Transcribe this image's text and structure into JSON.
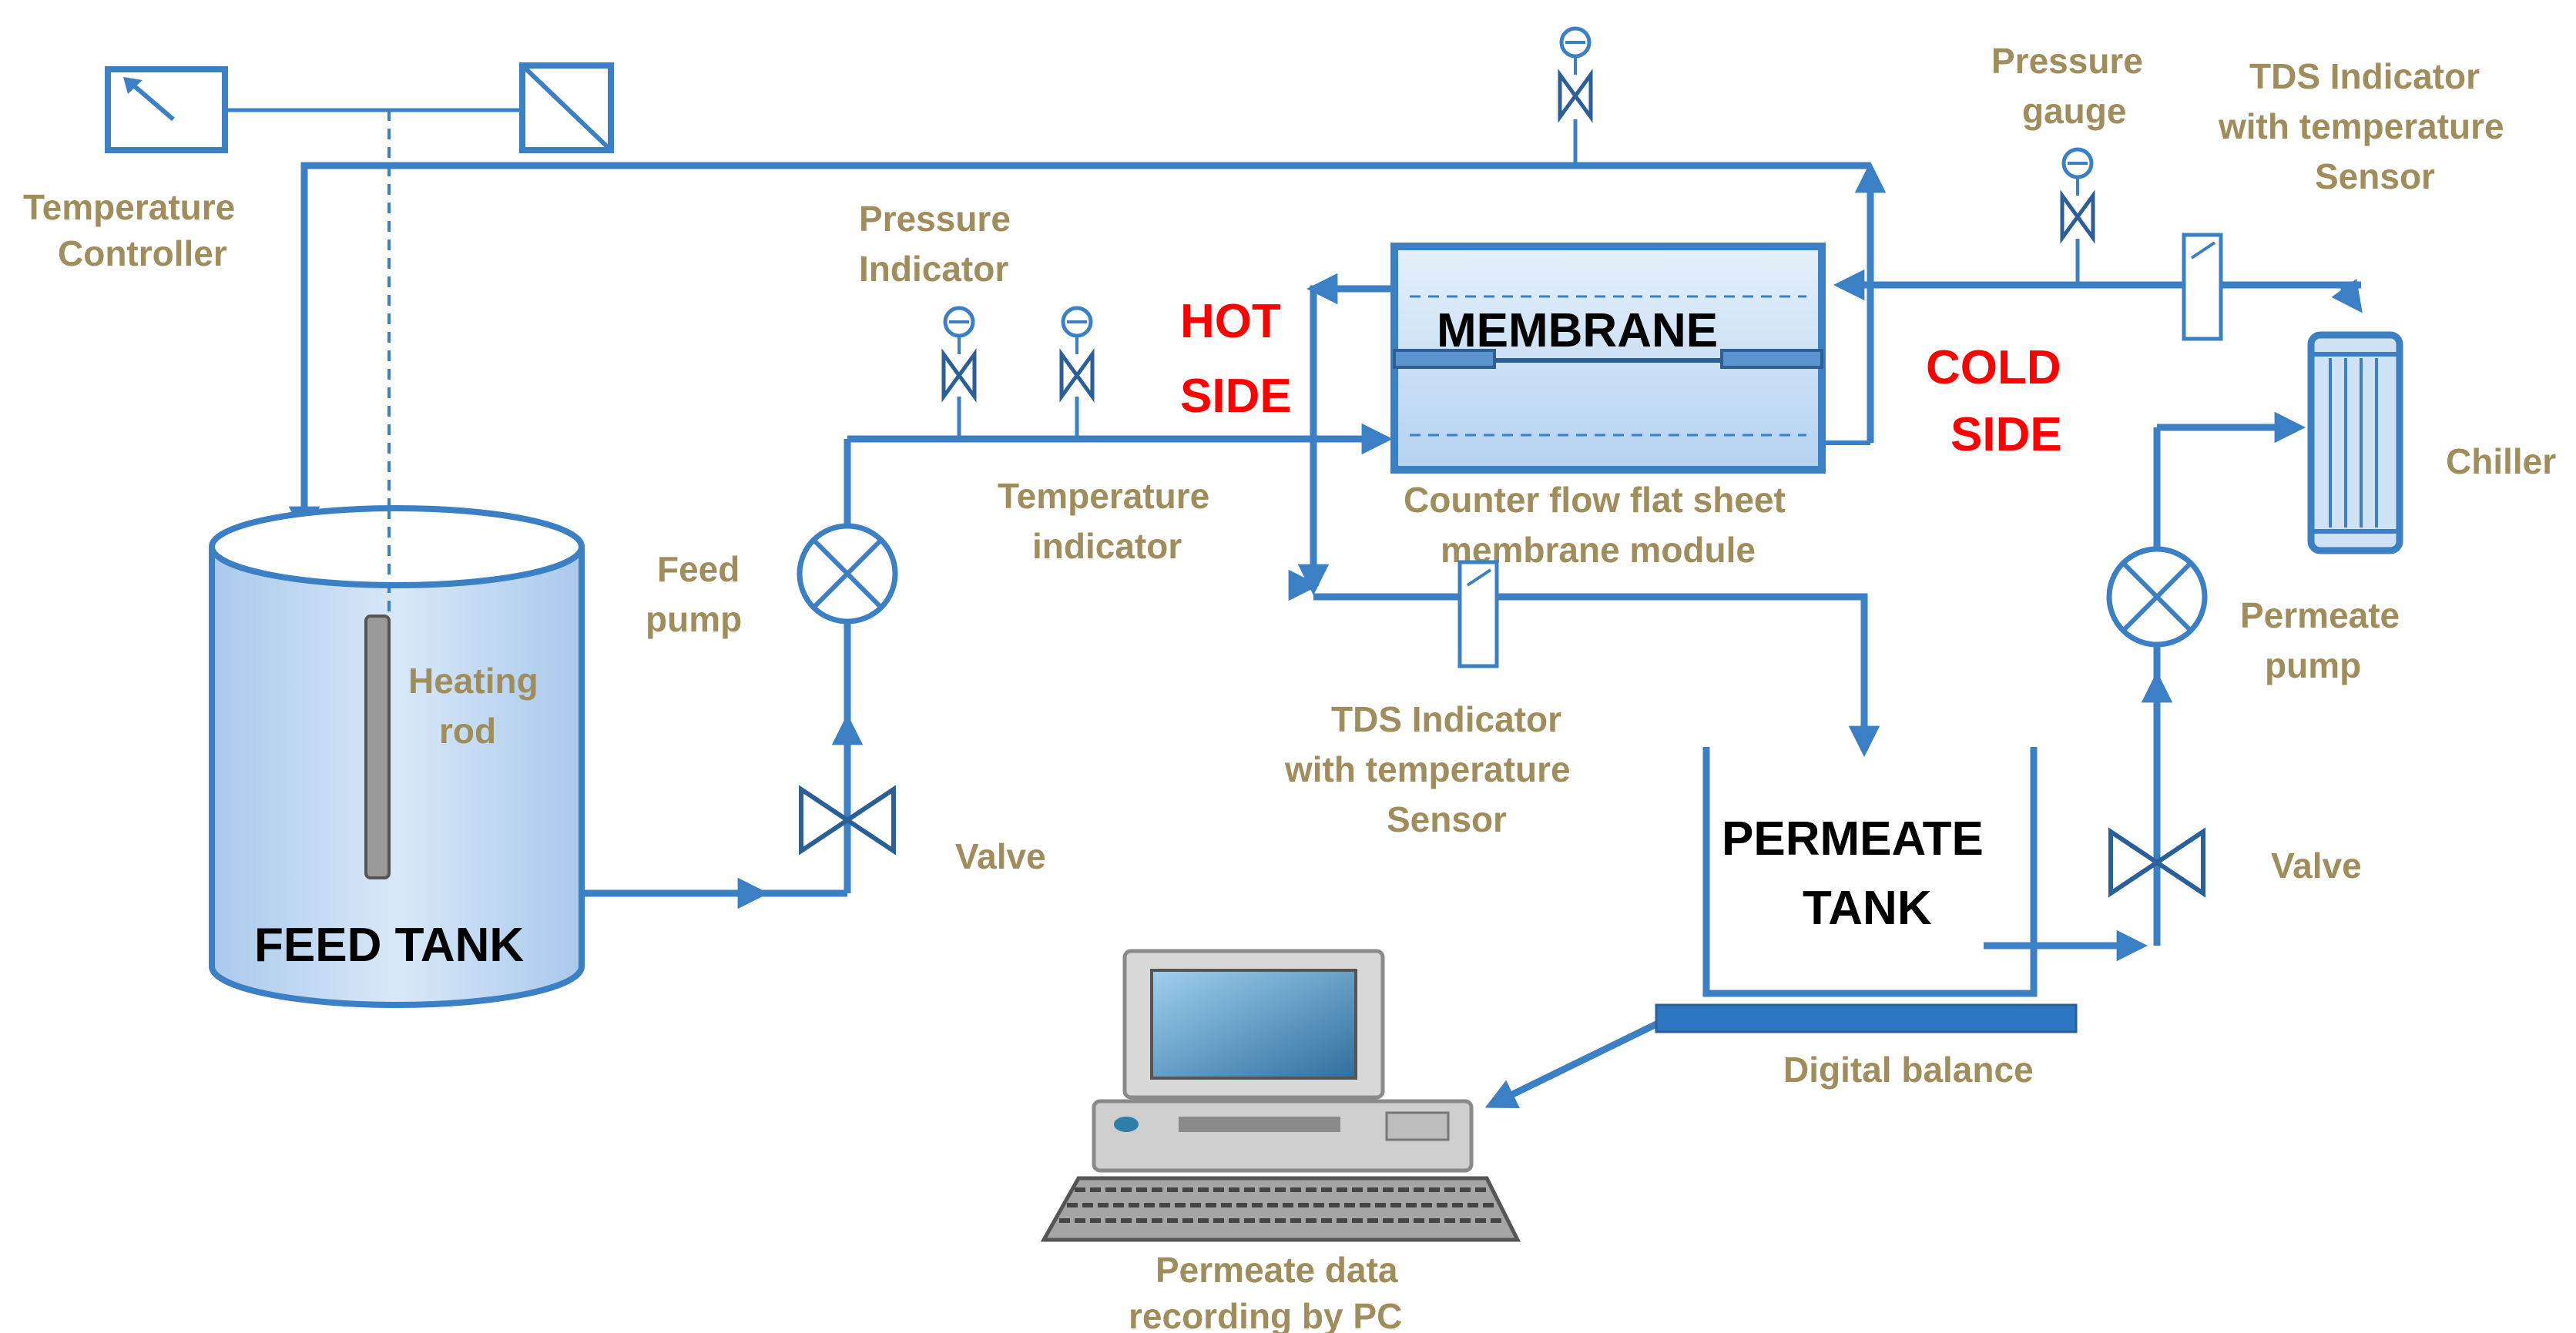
{
  "labels": {
    "temperature_controller": [
      "Temperature",
      "Controller"
    ],
    "pressure_indicator": [
      "Pressure",
      "Indicator"
    ],
    "hot_side": [
      "HOT",
      "SIDE"
    ],
    "membrane": "MEMBRANE",
    "cold_side": [
      "COLD",
      "SIDE"
    ],
    "pressure_gauge": [
      "Pressure",
      "gauge"
    ],
    "tds_indicator_top": [
      "TDS Indicator",
      "with temperature",
      "Sensor"
    ],
    "chiller": "Chiller",
    "feed_pump": [
      "Feed",
      "pump"
    ],
    "temperature_indicator": [
      "Temperature",
      "indicator"
    ],
    "membrane_module": [
      "Counter flow flat sheet",
      "membrane module"
    ],
    "heating_rod": [
      "Heating",
      "rod"
    ],
    "permeate_pump": [
      "Permeate",
      "pump"
    ],
    "tds_indicator_bottom": [
      "TDS Indicator",
      "with temperature",
      "Sensor"
    ],
    "valve_left": "Valve",
    "valve_right": "Valve",
    "permeate_tank": [
      "PERMEATE",
      "TANK"
    ],
    "feed_tank": "FEED TANK",
    "digital_balance": "Digital balance",
    "pc_caption": [
      "Permeate data",
      "recording by PC"
    ]
  },
  "colors": {
    "pipe": "#3b7fc4",
    "label_text": "#a08d5c",
    "side_text": "#ff0000",
    "tank_text": "#000000",
    "tank_fill": "#c9def4"
  },
  "icons": [
    "temperature-controller-icon",
    "filter-box-icon",
    "pressure-gauge-icon",
    "valve-icon",
    "pump-icon",
    "tds-sensor-icon",
    "chiller-icon",
    "heating-rod-icon",
    "computer-icon"
  ]
}
